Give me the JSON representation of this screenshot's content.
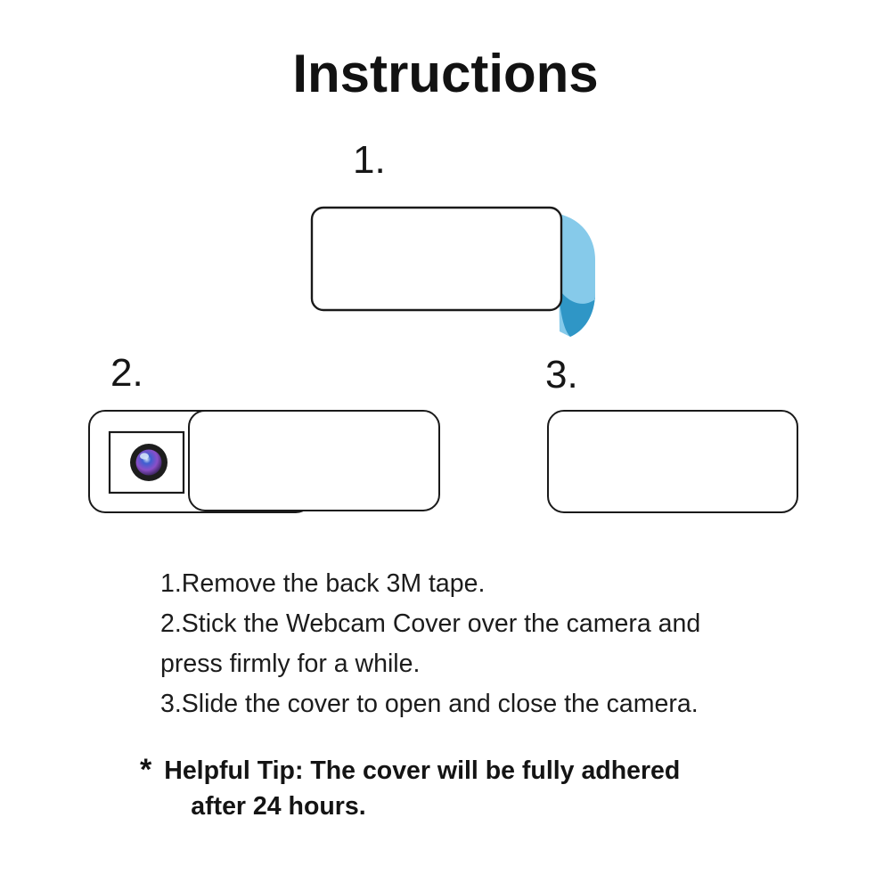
{
  "title": "Instructions",
  "step_labels": [
    "1.",
    "2.",
    "3."
  ],
  "instruction_lines": [
    "1.Remove the back 3M tape.",
    "2.Stick the Webcam Cover over the camera and",
    "press firmly for a while.",
    "3.Slide the cover to open and close the camera."
  ],
  "tip": {
    "marker": "*",
    "lines": [
      "Helpful Tip: The cover will be fully adhered",
      "after 24 hours."
    ]
  },
  "colors": {
    "tape_light_blue": "#86CAEA",
    "tape_dark_blue": "#2F96C6",
    "outline_black": "#1a1a1a",
    "lens_ring": "#1d1d1d",
    "lens_highlight": "#cfe3f7",
    "lens_blue": "#3f5ed0",
    "lens_purple": "#8a4fc8",
    "lens_dark": "#16102e"
  }
}
